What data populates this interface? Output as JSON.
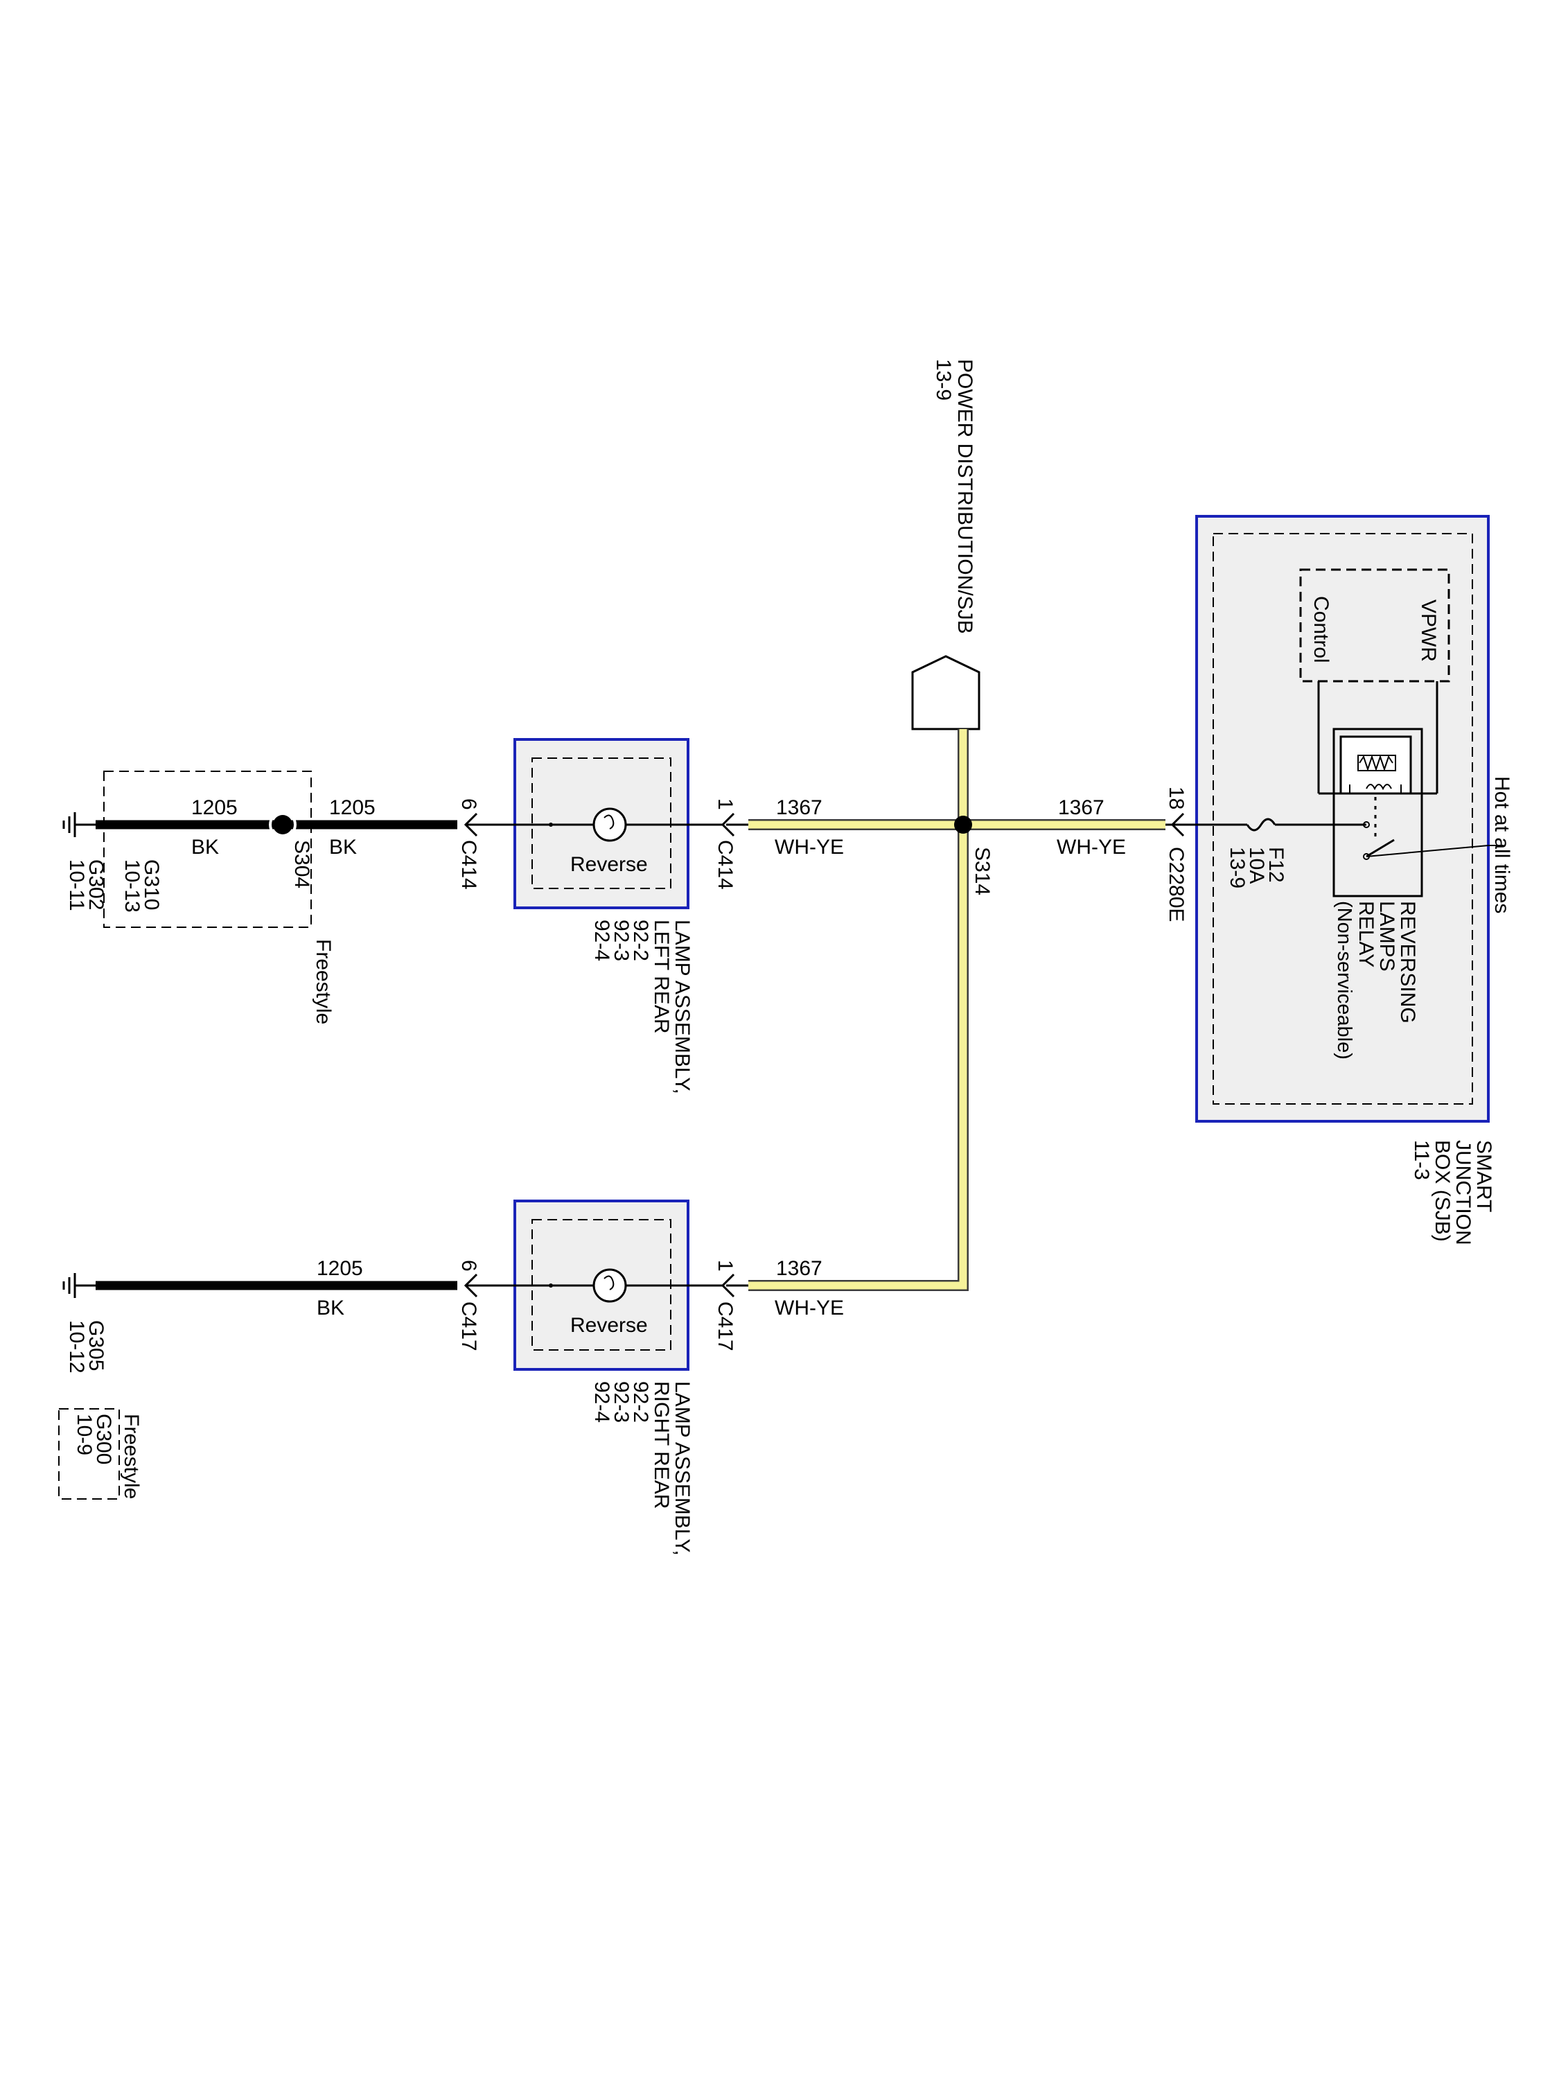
{
  "colors": {
    "wire_black": "#000000",
    "wire_yellow": "#f6f29a",
    "wire_yellow_edge": "#3c3c3c",
    "component_border": "#1a23b8",
    "component_fill": "#efefef"
  },
  "power_source": {
    "label": "POWER DISTRIBUTION/SJB",
    "ref": "13-9"
  },
  "sjb": {
    "title_line1": "SMART",
    "title_line2": "JUNCTION",
    "title_line3": "BOX (SJB)",
    "ref": "11-3",
    "hot_label": "Hot at all times",
    "vpwr_label": "VPWR",
    "control_label": "Control",
    "relay_line1": "REVERSING",
    "relay_line2": "LAMPS",
    "relay_line3": "RELAY",
    "relay_line4": "(Non-serviceable)",
    "fuse_id": "F12",
    "fuse_rating": "10A",
    "fuse_ref": "13-9",
    "connector_pin": "18",
    "connector_id": "C2280E"
  },
  "splice_s314": {
    "id": "S314"
  },
  "wires": {
    "circuit_1367": "1367",
    "color_whye": "WH-YE",
    "circuit_1205": "1205",
    "color_bk": "BK"
  },
  "left_lamp": {
    "title_line1": "LAMP ASSEMBLY,",
    "title_line2": "LEFT REAR",
    "refs": [
      "92-2",
      "92-3",
      "92-4"
    ],
    "bulb_label": "Reverse",
    "in_pin": "1",
    "in_connector": "C414",
    "out_pin": "6",
    "out_connector": "C414"
  },
  "right_lamp": {
    "title_line1": "LAMP ASSEMBLY,",
    "title_line2": "RIGHT REAR",
    "refs": [
      "92-2",
      "92-3",
      "92-4"
    ],
    "bulb_label": "Reverse",
    "in_pin": "1",
    "in_connector": "C417",
    "out_pin": "6",
    "out_connector": "C417"
  },
  "splice_s304": {
    "id": "S304"
  },
  "freestyle_box_top": {
    "label": "Freestyle",
    "ground_a": "G310",
    "ground_a_ref": "10-13"
  },
  "ground_top": {
    "ground_b": "G302",
    "ground_b_ref": "10-11"
  },
  "ground_bottom": {
    "ground": "G305",
    "ref": "10-12"
  },
  "freestyle_box_bottom": {
    "label": "Freestyle",
    "ground": "G300",
    "ref": "10-9"
  }
}
